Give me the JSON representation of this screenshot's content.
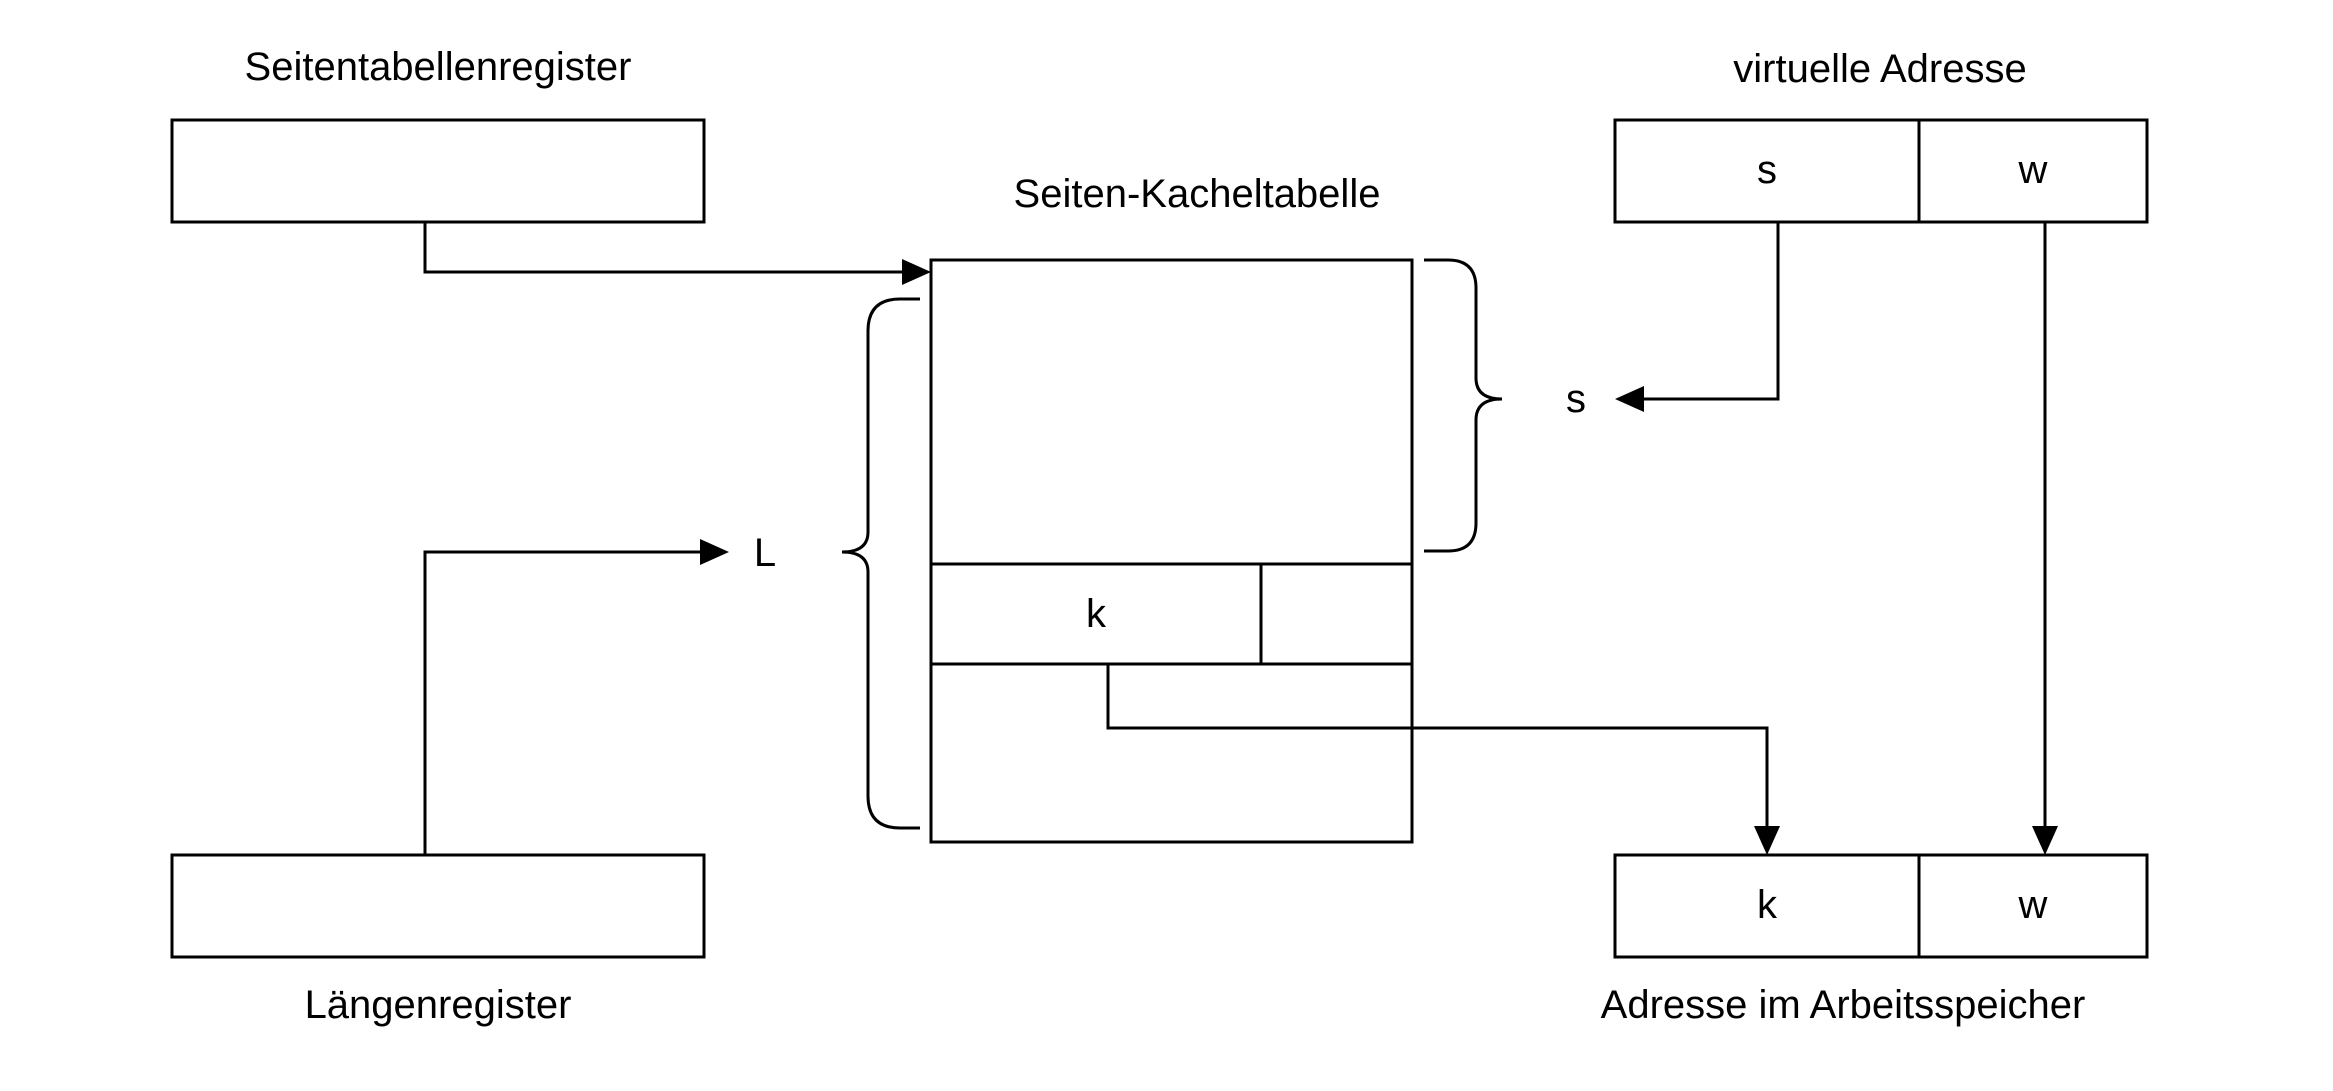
{
  "labels": {
    "page_table_register": "Seitentabellenregister",
    "length_register": "Längenregister",
    "page_frame_table": "Seiten-Kacheltabelle",
    "virtual_address": "virtuelle Adresse",
    "physical_address": "Adresse im Arbeitsspeicher",
    "length_marker": "L",
    "page_index_marker": "s"
  },
  "virtual_address_fields": [
    "s",
    "w"
  ],
  "table_entry_frame": "k",
  "physical_address_fields": [
    "k",
    "w"
  ],
  "colors": {
    "stroke": "#000000",
    "background": "#ffffff"
  }
}
